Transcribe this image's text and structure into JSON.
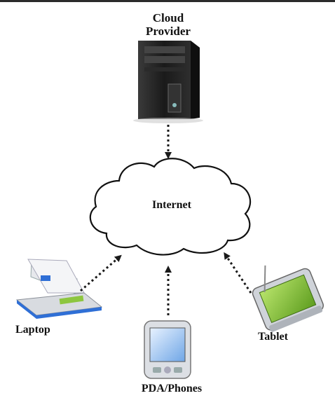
{
  "nodes": {
    "cloud_provider": {
      "line1": "Cloud",
      "line2": "Provider"
    },
    "internet": {
      "label": "Internet"
    },
    "laptop": {
      "label": "Laptop"
    },
    "pda": {
      "label": "PDA/Phones"
    },
    "tablet": {
      "label": "Tablet"
    }
  },
  "edges": [
    {
      "from": "cloud_provider",
      "to": "internet",
      "style": "dotted-arrow"
    },
    {
      "from": "laptop",
      "to": "internet",
      "style": "dotted-arrow"
    },
    {
      "from": "pda",
      "to": "internet",
      "style": "dotted-arrow"
    },
    {
      "from": "tablet",
      "to": "internet",
      "style": "dotted-arrow"
    }
  ],
  "colors": {
    "server_body": "#1f1f1f",
    "screen_green": "#8dc63f",
    "laptop_accent": "#2f6fd6",
    "arrow": "#1a1a1a"
  }
}
